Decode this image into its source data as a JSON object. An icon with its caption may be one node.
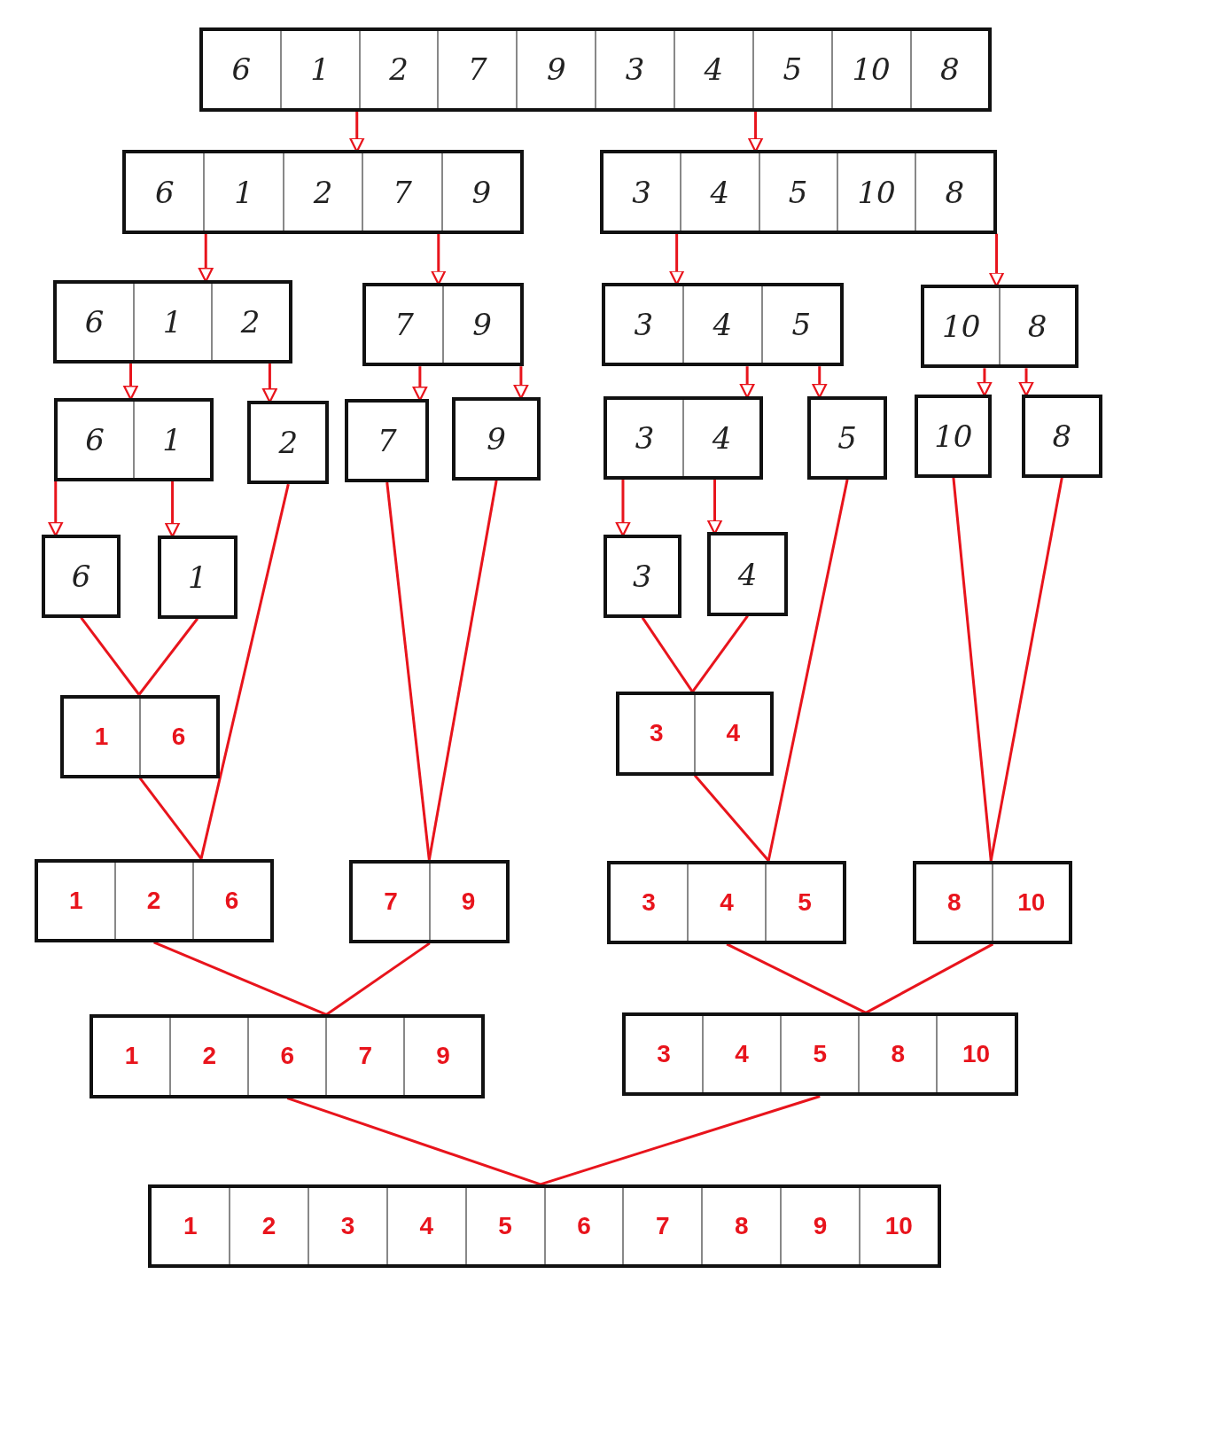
{
  "diagram": {
    "nodes": [
      {
        "text": [
          "6",
          "1",
          "2",
          "7",
          "9",
          "3",
          "4",
          "5",
          "10",
          "8"
        ]
      },
      {
        "text": [
          "6",
          "1",
          "2",
          "7",
          "9"
        ]
      },
      {
        "text": [
          "3",
          "4",
          "5",
          "10",
          "8"
        ]
      },
      {
        "text": [
          "6",
          "1",
          "2"
        ]
      },
      {
        "text": [
          "7",
          "9"
        ]
      },
      {
        "text": [
          "3",
          "4",
          "5"
        ]
      },
      {
        "text": [
          "10",
          "8"
        ]
      },
      {
        "text": [
          "6",
          "1"
        ]
      },
      {
        "text": [
          "2"
        ]
      },
      {
        "text": [
          "7"
        ]
      },
      {
        "text": [
          "9"
        ]
      },
      {
        "text": [
          "3",
          "4"
        ]
      },
      {
        "text": [
          "5"
        ]
      },
      {
        "text": [
          "10"
        ]
      },
      {
        "text": [
          "8"
        ]
      },
      {
        "text": [
          "6"
        ]
      },
      {
        "text": [
          "1"
        ]
      },
      {
        "text": [
          "3"
        ]
      },
      {
        "text": [
          "4"
        ]
      },
      {
        "text": [
          "1",
          "6"
        ]
      },
      {
        "text": [
          "3",
          "4"
        ]
      },
      {
        "text": [
          "1",
          "2",
          "6"
        ]
      },
      {
        "text": [
          "7",
          "9"
        ]
      },
      {
        "text": [
          "3",
          "4",
          "5"
        ]
      },
      {
        "text": [
          "8",
          "10"
        ]
      },
      {
        "text": [
          "1",
          "2",
          "6",
          "7",
          "9"
        ]
      },
      {
        "text": [
          "3",
          "4",
          "5",
          "8",
          "10"
        ]
      },
      {
        "text": [
          "1",
          "2",
          "3",
          "4",
          "5",
          "6",
          "7",
          "8",
          "9",
          "10"
        ]
      }
    ],
    "edges": [
      {
        "from": 0,
        "to": 1,
        "arrow": "to"
      },
      {
        "from": 0,
        "to": 2,
        "arrow": "to"
      },
      {
        "from": 1,
        "to": 3,
        "arrow": "to"
      },
      {
        "from": 1,
        "to": 4,
        "arrow": "to"
      },
      {
        "from": 2,
        "to": 5,
        "arrow": "to"
      },
      {
        "from": 2,
        "to": 6,
        "arrow": "to"
      },
      {
        "from": 3,
        "to": 7,
        "arrow": "to"
      },
      {
        "from": 3,
        "to": 8,
        "arrow": "to"
      },
      {
        "from": 4,
        "to": 9,
        "arrow": "to"
      },
      {
        "from": 4,
        "to": 10,
        "arrow": "to"
      },
      {
        "from": 5,
        "to": 11,
        "arrow": "to"
      },
      {
        "from": 5,
        "to": 12,
        "arrow": "to"
      },
      {
        "from": 6,
        "to": 13,
        "arrow": "to"
      },
      {
        "from": 6,
        "to": 14,
        "arrow": "to"
      },
      {
        "from": 7,
        "to": 15,
        "arrow": "to"
      },
      {
        "from": 7,
        "to": 16,
        "arrow": "to"
      },
      {
        "from": 11,
        "to": 17,
        "arrow": "to"
      },
      {
        "from": 11,
        "to": 18,
        "arrow": "to"
      },
      {
        "from": 15,
        "to": 19,
        "arrow": "none"
      },
      {
        "from": 16,
        "to": 19,
        "arrow": "none"
      },
      {
        "from": 19,
        "to": 21,
        "arrow": "none"
      },
      {
        "from": 8,
        "to": 21,
        "arrow": "none"
      },
      {
        "from": 9,
        "to": 22,
        "arrow": "none"
      },
      {
        "from": 10,
        "to": 22,
        "arrow": "none"
      },
      {
        "from": 17,
        "to": 20,
        "arrow": "none"
      },
      {
        "from": 18,
        "to": 20,
        "arrow": "none"
      },
      {
        "from": 20,
        "to": 23,
        "arrow": "none"
      },
      {
        "from": 12,
        "to": 23,
        "arrow": "none"
      },
      {
        "from": 13,
        "to": 24,
        "arrow": "none"
      },
      {
        "from": 14,
        "to": 24,
        "arrow": "none"
      },
      {
        "from": 21,
        "to": 25,
        "arrow": "none"
      },
      {
        "from": 22,
        "to": 25,
        "arrow": "none"
      },
      {
        "from": 23,
        "to": 26,
        "arrow": "none"
      },
      {
        "from": 24,
        "to": 26,
        "arrow": "none"
      },
      {
        "from": 25,
        "to": 27,
        "arrow": "none"
      },
      {
        "from": 26,
        "to": 27,
        "arrow": "none"
      }
    ]
  }
}
